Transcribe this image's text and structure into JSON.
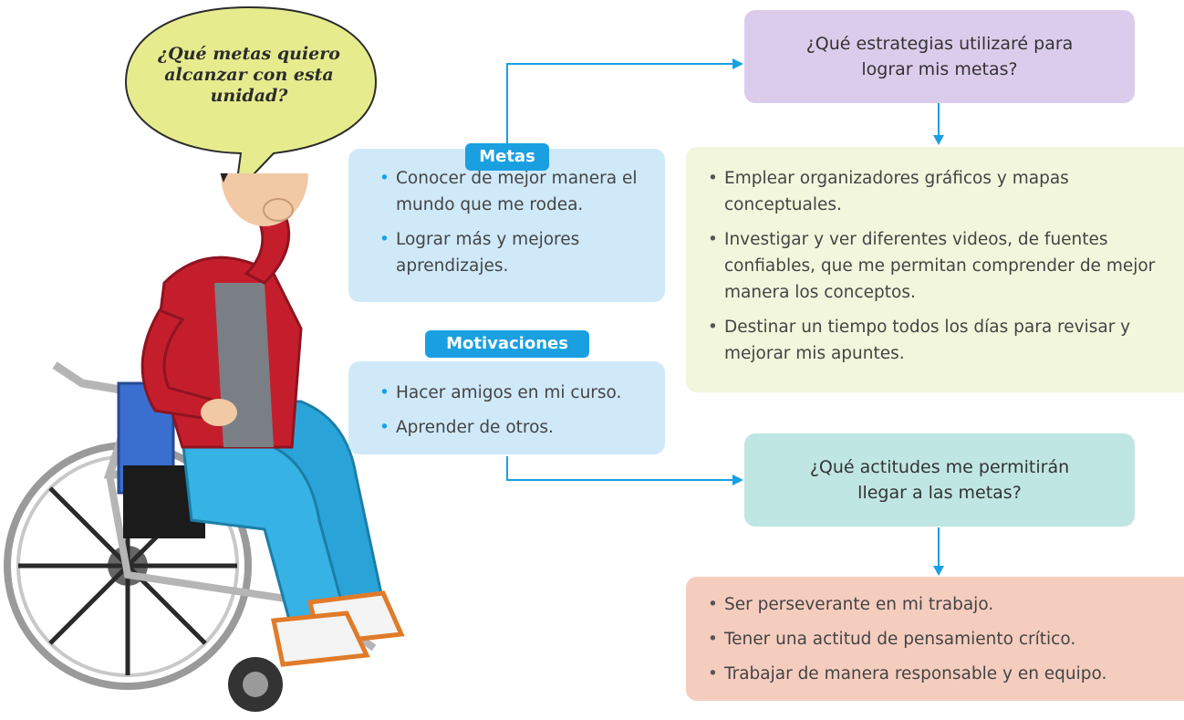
{
  "colors": {
    "accent_blue": "#1aa0e0",
    "metas_box": "#cfe9f9",
    "question_purple": "#dcccec",
    "strategies_box": "#f2f6dc",
    "question_teal": "#bfe6e2",
    "attitudes_box": "#f5cdbf",
    "bubble_fill": "#e6ec8e"
  },
  "speech_bubble": {
    "text": "¿Qué metas quiero alcanzar con esta unidad?"
  },
  "metas": {
    "label": "Metas",
    "items": [
      "Conocer de mejor manera el mundo que me rodea.",
      "Lograr más y mejores aprendizajes."
    ]
  },
  "motivaciones": {
    "label": "Motivaciones",
    "items": [
      "Hacer amigos en mi curso.",
      "Aprender de otros."
    ]
  },
  "estrategias": {
    "question": "¿Qué estrategias utilizaré para\nlograr mis metas?",
    "items": [
      "Emplear organizadores gráficos y mapas conceptuales.",
      "Investigar y ver diferentes videos, de fuentes confiables, que me permitan comprender de mejor manera los conceptos.",
      "Destinar un tiempo todos los días para revisar y mejorar mis apuntes."
    ]
  },
  "actitudes": {
    "question": "¿Qué actitudes me permitirán\nllegar a las metas?",
    "items": [
      "Ser perseverante en mi trabajo.",
      "Tener una actitud de pensamiento crítico.",
      "Trabajar de manera responsable y en equipo."
    ]
  },
  "icons": {
    "character": "boy-in-wheelchair-illustration"
  }
}
